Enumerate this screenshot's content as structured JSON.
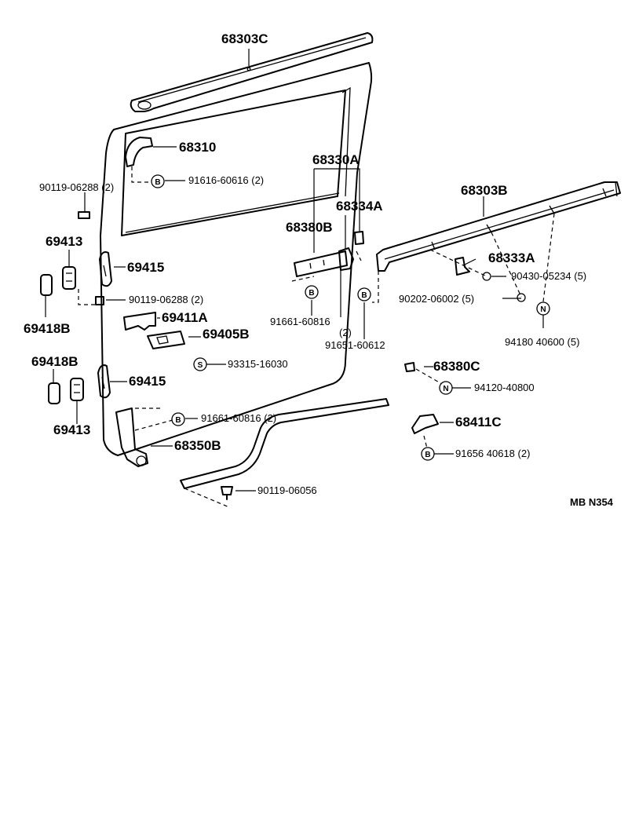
{
  "parts": {
    "p68303C": "68303C",
    "p68310": "68310",
    "p68330A": "68330A",
    "p68303B": "68303B",
    "p68334A": "68334A",
    "p68380B": "68380B",
    "p68333A": "68333A",
    "p69413_top": "69413",
    "p69415_top": "69415",
    "p69418B_top": "69418B",
    "p69411A": "69411A",
    "p69405B": "69405B",
    "p69418B_bottom": "69418B",
    "p69415_bottom": "69415",
    "p69413_bottom": "69413",
    "p68380C": "68380C",
    "p68411C": "68411C",
    "p68350B": "68350B"
  },
  "fasteners": {
    "f_90119_06288_top": "90119-06288 (2)",
    "f_91616_60616": "91616-60616 (2)",
    "f_90119_06288_mid": "90119-06288 (2)",
    "f_90430_05234": "90430-05234 (5)",
    "f_90202_06002": "90202-06002 (5)",
    "f_94180_40600": "94180 40600 (5)",
    "f_91661_60816_center": "91661-60816",
    "f_91661_60816_center_qty": "(2)",
    "f_91651_60612": "91651-60612",
    "f_93315_16030": "93315-16030",
    "f_94120_40800": "94120-40800",
    "f_91661_60816_lower": "91661-60816 (2)",
    "f_91656_40618": "91656 40618 (2)",
    "f_90119_06056": "90119-06056"
  },
  "symbols": {
    "bolt": "B",
    "washer": "S",
    "nut": "N"
  },
  "figure_code": "MB N354"
}
